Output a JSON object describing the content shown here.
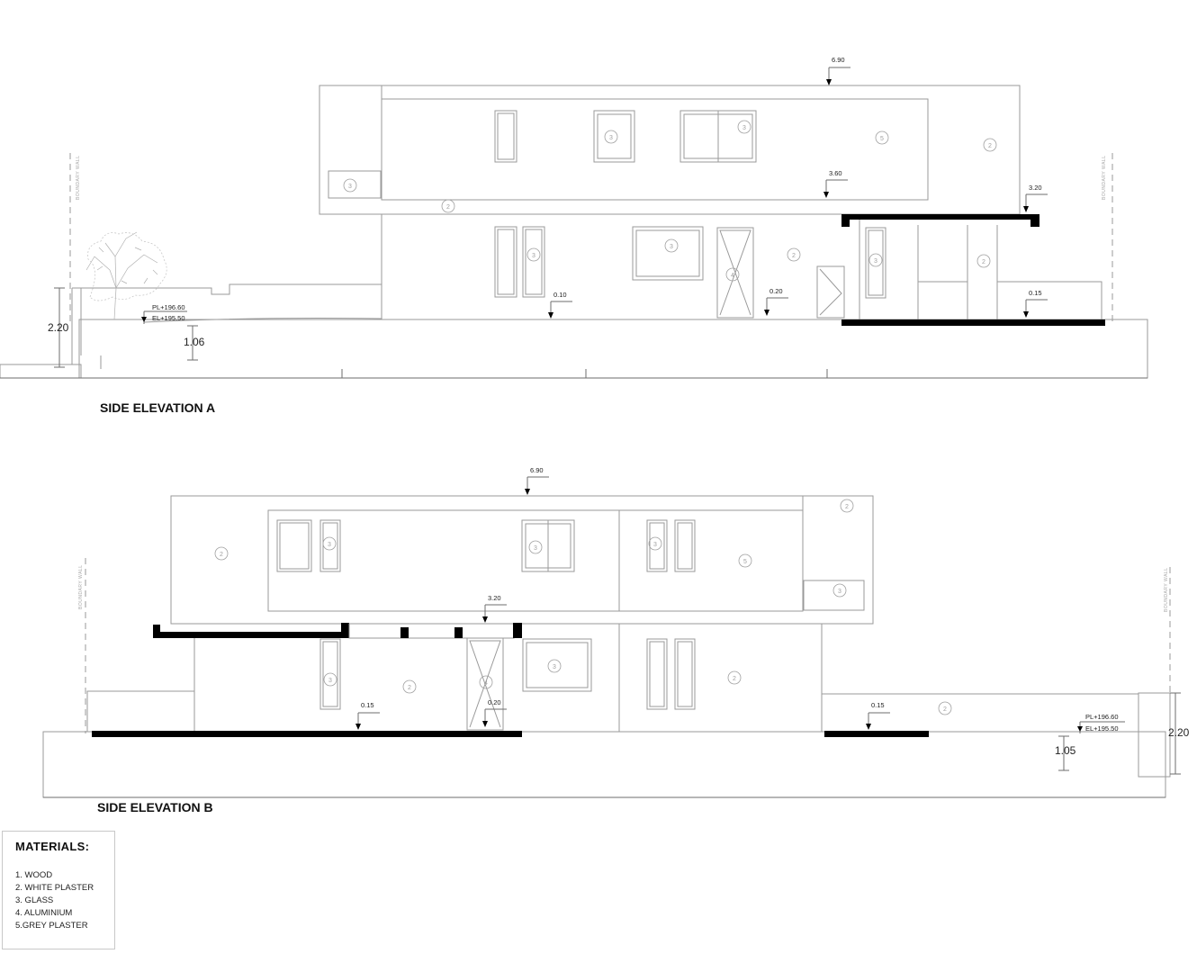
{
  "elevation_a": {
    "title": "SIDE ELEVATION A",
    "levels": {
      "roof": "6.90",
      "first_floor": "3.60",
      "canopy": "3.20",
      "ground_mid": "0.10",
      "ground_door": "0.20",
      "ground_right": "0.15"
    },
    "plot_level": "PL+196.60",
    "existing_level": "EL+195.50",
    "boundary_height": "2.20",
    "depth": "1.06",
    "boundary_wall_label": "BOUNDARY WALL"
  },
  "elevation_b": {
    "title": "SIDE ELEVATION B",
    "levels": {
      "roof": "6.90",
      "canopy": "3.20",
      "ground_left": "0.15",
      "ground_door": "0.20",
      "ground_right": "0.15"
    },
    "plot_level": "PL+196.60",
    "existing_level": "EL+195.50",
    "boundary_height": "2.20",
    "depth": "1.05",
    "boundary_wall_label": "BOUNDARY WALL"
  },
  "material_tags": {
    "wood": "1",
    "white_plaster": "2",
    "glass": "3",
    "aluminium": "4",
    "grey_plaster": "5"
  },
  "legend": {
    "heading": "MATERIALS:",
    "items": [
      "1. WOOD",
      "2. WHITE PLASTER",
      "3. GLASS",
      "4. ALUMINIUM",
      "5.GREY PLASTER"
    ]
  }
}
